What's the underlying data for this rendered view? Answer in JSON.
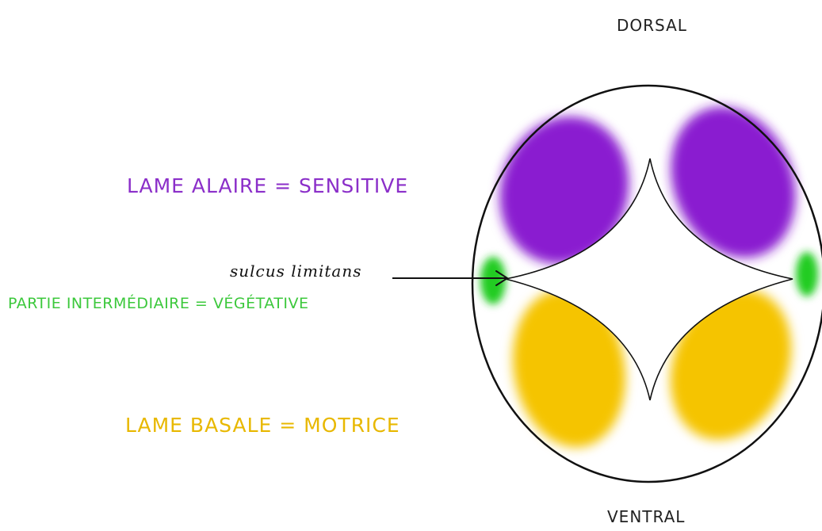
{
  "labels": {
    "dorsal": "DORSAL",
    "ventral": "VENTRAL",
    "alar_plate": "LAME ALAIRE = SENSITIVE",
    "sulcus": "sulcus limitans",
    "intermediate": "PARTIE INTERMÉDIAIRE = VÉGÉTATIVE",
    "basal_plate": "LAME BASALE = MOTRICE"
  },
  "colors": {
    "alar": "#8a1fd0",
    "intermediate": "#22cc22",
    "basal": "#f5c400",
    "outline": "#111111"
  }
}
